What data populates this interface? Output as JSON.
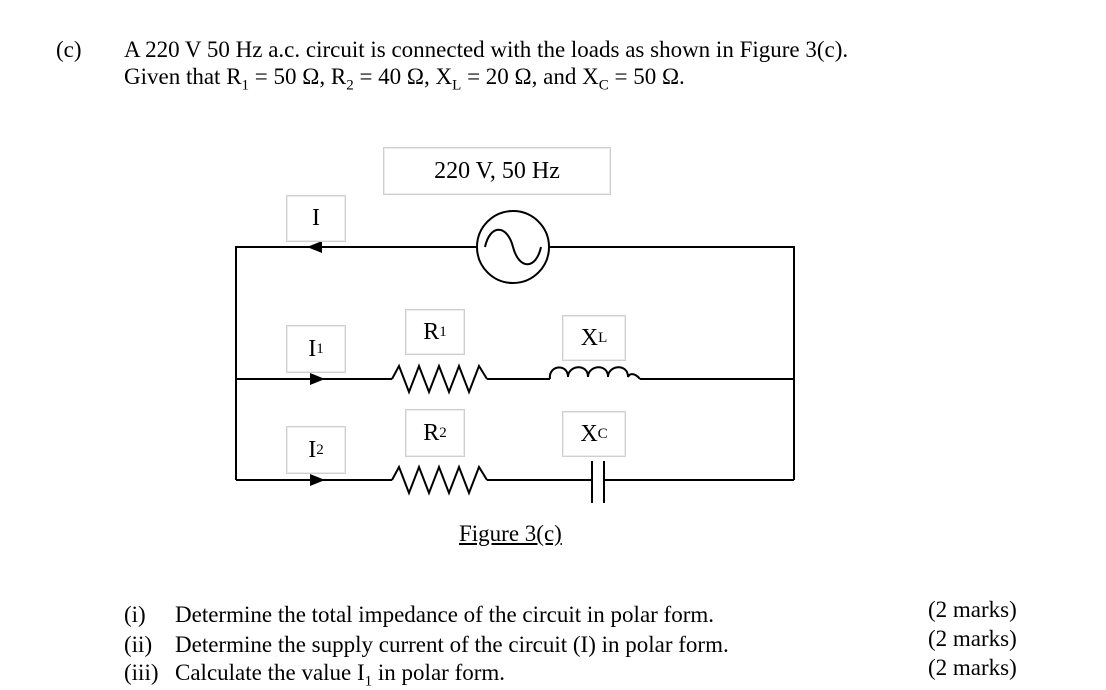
{
  "question": {
    "part_label": "(c)",
    "intro_line1": "A 220 V 50 Hz a.c. circuit is connected with the loads as shown in Figure 3(c).",
    "intro_line2_prefix": "Given that R",
    "r1_sub": "1",
    "r1_val": " = 50 Ω, R",
    "r2_sub": "2",
    "r2_val": " = 40 Ω, X",
    "xl_sub": "L",
    "xl_val": " = 20 Ω, and X",
    "xc_sub": "C",
    "xc_val": " = 50 Ω."
  },
  "figure": {
    "source_label": "220 V, 50 Hz",
    "current_total": "I",
    "current_1_main": "I",
    "current_1_sub": "1",
    "current_2_main": "I",
    "current_2_sub": "2",
    "r1_main": "R",
    "r1_sub": "1",
    "r2_main": "R",
    "r2_sub": "2",
    "xl_main": "X",
    "xl_sub": "L",
    "xc_main": "X",
    "xc_sub": "C",
    "caption": "Figure 3(c)"
  },
  "tasks": [
    {
      "num": "(i)",
      "text": "Determine the total impedance of the circuit in polar form.",
      "marks": "(2 marks)"
    },
    {
      "num": "(ii)",
      "text": "Determine the supply current of the circuit (I) in polar form.",
      "marks": "(2 marks)"
    },
    {
      "num": "(iii)",
      "text_prefix": "Calculate the value I",
      "text_sub": "1",
      "text_suffix": " in polar form.",
      "marks": "(2 marks)"
    }
  ]
}
